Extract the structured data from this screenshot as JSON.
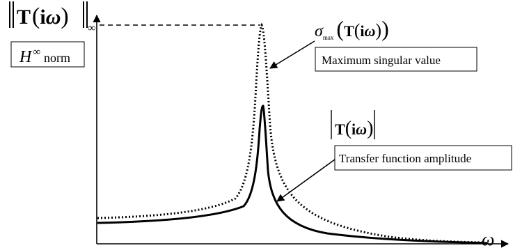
{
  "norm_symbol": {
    "letter": "T",
    "open": "(",
    "imag": "i",
    "omega": "ω",
    "close": ")",
    "subscript": "∞"
  },
  "norm_label": {
    "letter": "H",
    "superscript": "∞",
    "word": "norm"
  },
  "sigma_label": {
    "sigma": "σ",
    "subscript": "max",
    "letter": "T",
    "open": "(",
    "imag": "i",
    "omega": "ω",
    "close": ")"
  },
  "sigma_box_text": "Maximum singular value",
  "abs_label": {
    "letter": "T",
    "open": "(",
    "imag": "i",
    "omega": "ω",
    "close": ")"
  },
  "abs_box_text": "Transfer function amplitude",
  "x_axis_label": "ω",
  "colors": {
    "ink": "#000000",
    "background": "#ffffff"
  }
}
